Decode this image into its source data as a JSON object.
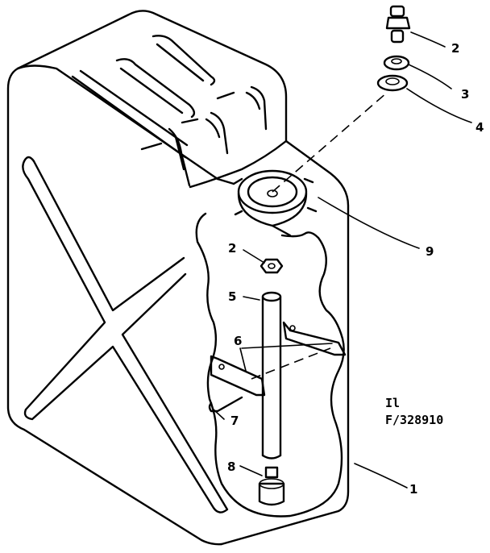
{
  "diagram": {
    "callouts": [
      {
        "id": "2a",
        "label": "2"
      },
      {
        "id": "3",
        "label": "3"
      },
      {
        "id": "4",
        "label": "4"
      },
      {
        "id": "9",
        "label": "9"
      },
      {
        "id": "2b",
        "label": "2"
      },
      {
        "id": "5",
        "label": "5"
      },
      {
        "id": "6",
        "label": "6"
      },
      {
        "id": "7",
        "label": "7"
      },
      {
        "id": "8",
        "label": "8"
      },
      {
        "id": "1",
        "label": "1"
      }
    ],
    "reference": {
      "line1": "Il",
      "line2": "F/328910"
    }
  }
}
